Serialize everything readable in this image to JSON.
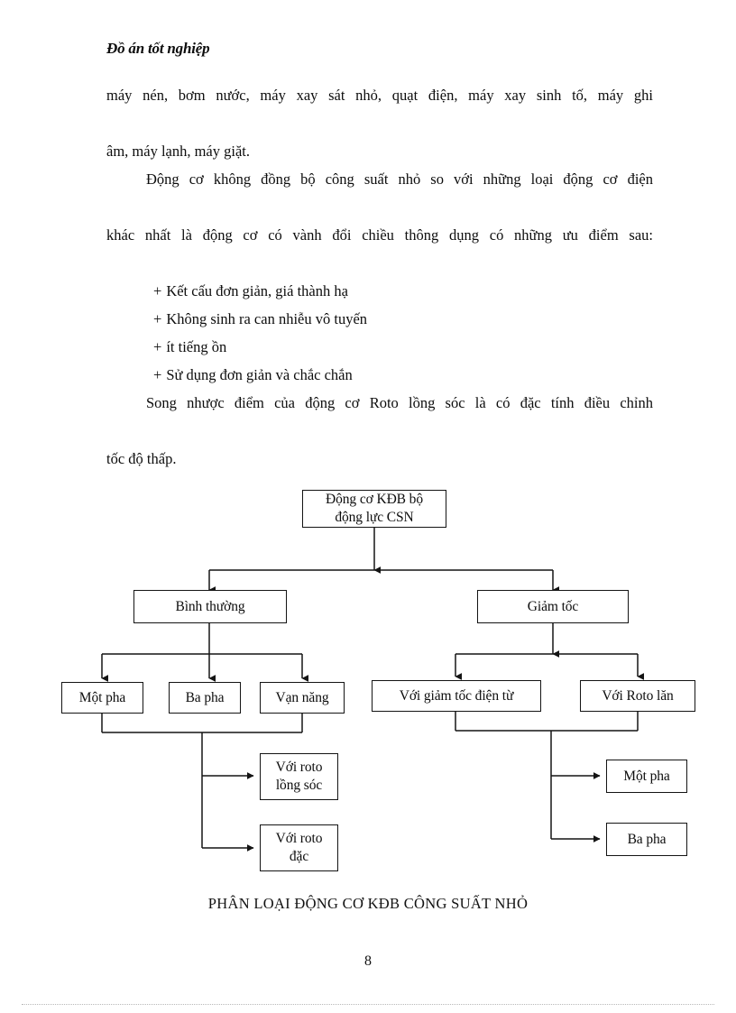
{
  "document": {
    "header": "Đồ án tốt nghiệp",
    "page_number": "8"
  },
  "body": {
    "paragraph_1_line_1": "máy nén, bơm nước, máy xay sát nhỏ, quạt điện, máy xay sinh tố, máy ghi",
    "paragraph_1_line_2": "âm, máy lạnh, máy giặt.",
    "paragraph_2_line_1": "Động cơ   không đồng bộ công suất nhỏ so với những loại động cơ điện",
    "paragraph_2_line_2": "khác nhất là động cơ có vành đổi chiều thông dụng có những ưu điểm sau:",
    "bullets": [
      {
        "marker": "+",
        "text": "Kết cấu đơn giản, giá thành hạ"
      },
      {
        "marker": "+",
        "text": "Không sinh ra can nhiễu vô tuyến"
      },
      {
        "marker": "+",
        "text": "ít tiếng ồn"
      },
      {
        "marker": "+",
        "text": "Sử dụng đơn giản và chắc chắn"
      }
    ],
    "paragraph_3_line_1": "Song nhược điểm của động cơ Roto lồng sóc là có đặc tính điều chỉnh",
    "paragraph_3_line_2": "tốc độ thấp."
  },
  "diagram": {
    "caption": "PHÂN LOẠI ĐỘNG CƠ KĐB CÔNG SUẤT NHỎ",
    "nodes": {
      "root": "Động cơ KĐB bộ động lực CSN",
      "root_line_1": "Động cơ KĐB bộ",
      "root_line_2": "động lực CSN",
      "normal": "Bình thường",
      "reduced": "Giảm tốc",
      "one_phase": "Một pha",
      "three_phase": "Ba pha",
      "universal": "Vạn năng",
      "electromagnetic_reducer": "Với giảm tốc điện từ",
      "rolling_rotor": "Với Roto lăn",
      "squirrel_cage_line_1": "Với roto",
      "squirrel_cage_line_2": "lồng sóc",
      "solid_rotor_line_1": "Với roto",
      "solid_rotor_line_2": "đặc",
      "one_phase_right": "Một pha",
      "three_phase_right": "Ba pha"
    }
  },
  "colors": {
    "ink": "#0d0d0d",
    "line": "#141414",
    "page_background": "#ffffff",
    "rule": "#b9b9b9"
  }
}
